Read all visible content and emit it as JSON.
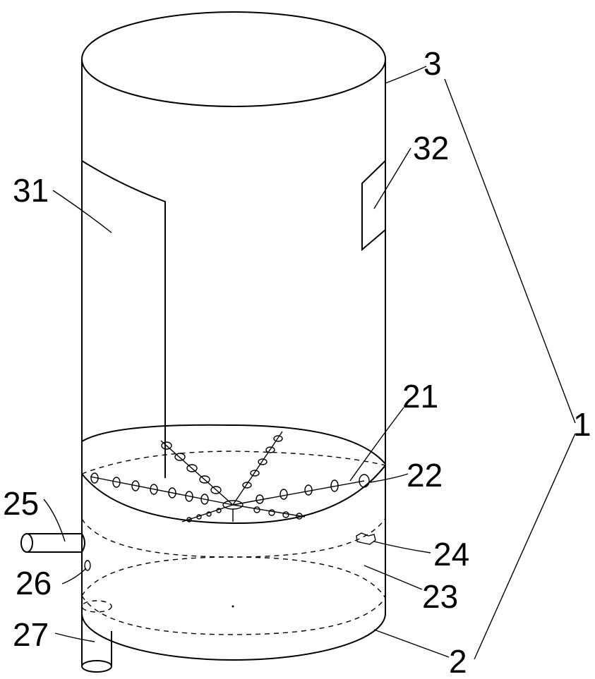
{
  "labels": {
    "l1": "1",
    "l2": "2",
    "l3": "3",
    "l21": "21",
    "l22": "22",
    "l23": "23",
    "l24": "24",
    "l25": "25",
    "l26": "26",
    "l27": "27",
    "l31": "31",
    "l32": "32"
  }
}
